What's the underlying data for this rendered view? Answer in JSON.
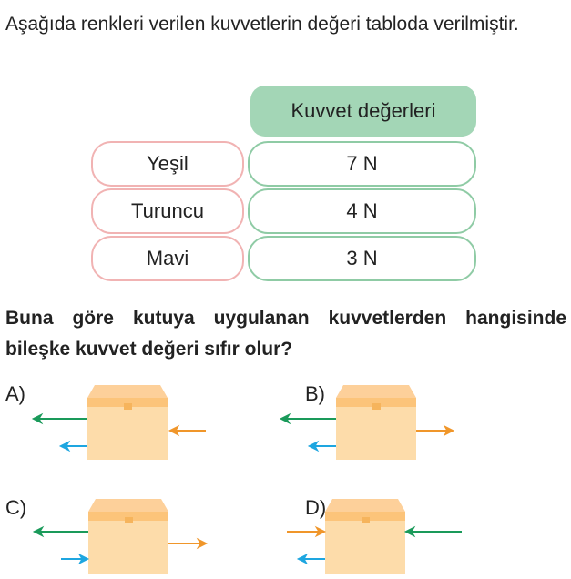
{
  "intro": "Aşağıda renkleri verilen kuvvetlerin değeri tabloda verilmiştir.",
  "table": {
    "header": "Kuvvet değerleri",
    "rows": [
      {
        "color": "Yeşil",
        "value": "7 N"
      },
      {
        "color": "Turuncu",
        "value": "4 N"
      },
      {
        "color": "Mavi",
        "value": "3 N"
      }
    ]
  },
  "question": "Buna göre kutuya uygulanan kuvvetlerden hangisinde bileşke kuvvet değeri sıfır olur?",
  "options": [
    "A)",
    "B)",
    "C)",
    "D)"
  ],
  "colors": {
    "green": "#1a9a5a",
    "orange": "#f0962a",
    "blue": "#1ea6e0",
    "box": "#fddcaa",
    "lid": "#fcc47a"
  }
}
